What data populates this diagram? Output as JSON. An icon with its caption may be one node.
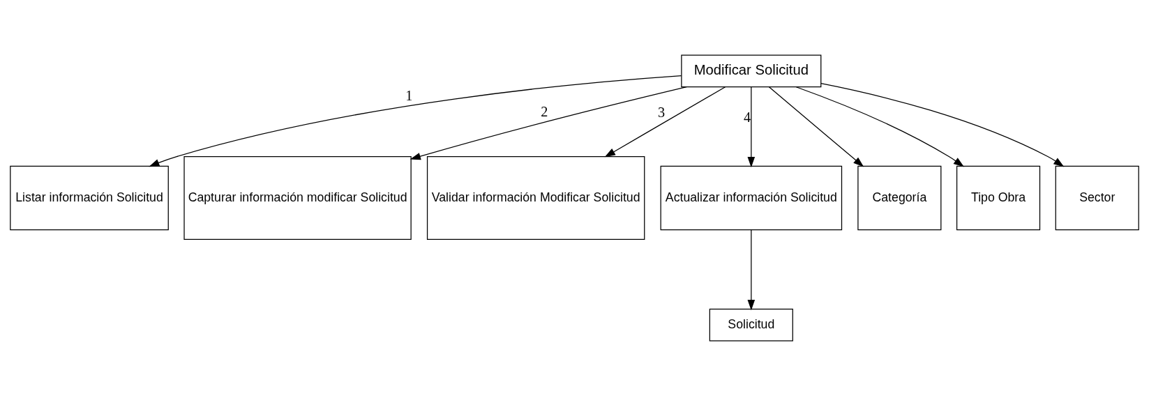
{
  "diagram": {
    "nodes": [
      {
        "text": [
          "Modificar Solicitud"
        ]
      },
      {
        "text": [
          "Listar información Solicitud"
        ]
      },
      {
        "text": [
          "Capturar información modificar Solicitud"
        ]
      },
      {
        "text": [
          "Validar información Modificar Solicitud"
        ]
      },
      {
        "text": [
          "Actualizar información Solicitud"
        ]
      },
      {
        "text": [
          "Categoría"
        ]
      },
      {
        "text": [
          "Tipo Obra"
        ]
      },
      {
        "text": [
          "Sector"
        ]
      },
      {
        "text": [
          "Solicitud"
        ]
      }
    ],
    "edges": [
      {
        "from": 0,
        "to": 1,
        "arrow": "to",
        "label": "1"
      },
      {
        "from": 0,
        "to": 2,
        "arrow": "to",
        "label": "2"
      },
      {
        "from": 0,
        "to": 3,
        "arrow": "to",
        "label": "3"
      },
      {
        "from": 0,
        "to": 4,
        "arrow": "to",
        "label": "4"
      },
      {
        "from": 0,
        "to": 5,
        "arrow": "to"
      },
      {
        "from": 0,
        "to": 6,
        "arrow": "to"
      },
      {
        "from": 0,
        "to": 7,
        "arrow": "to"
      },
      {
        "from": 4,
        "to": 8,
        "arrow": "to"
      }
    ]
  }
}
